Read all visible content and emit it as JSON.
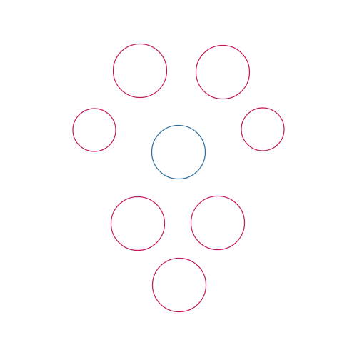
{
  "colors": {
    "background": "#ffffff",
    "outer_stroke": "#c2185b",
    "center_stroke": "#2c6e9e"
  },
  "circles": [
    {
      "role": "outer"
    },
    {
      "role": "outer"
    },
    {
      "role": "outer"
    },
    {
      "role": "center"
    },
    {
      "role": "outer"
    },
    {
      "role": "outer"
    },
    {
      "role": "outer"
    },
    {
      "role": "outer"
    }
  ]
}
